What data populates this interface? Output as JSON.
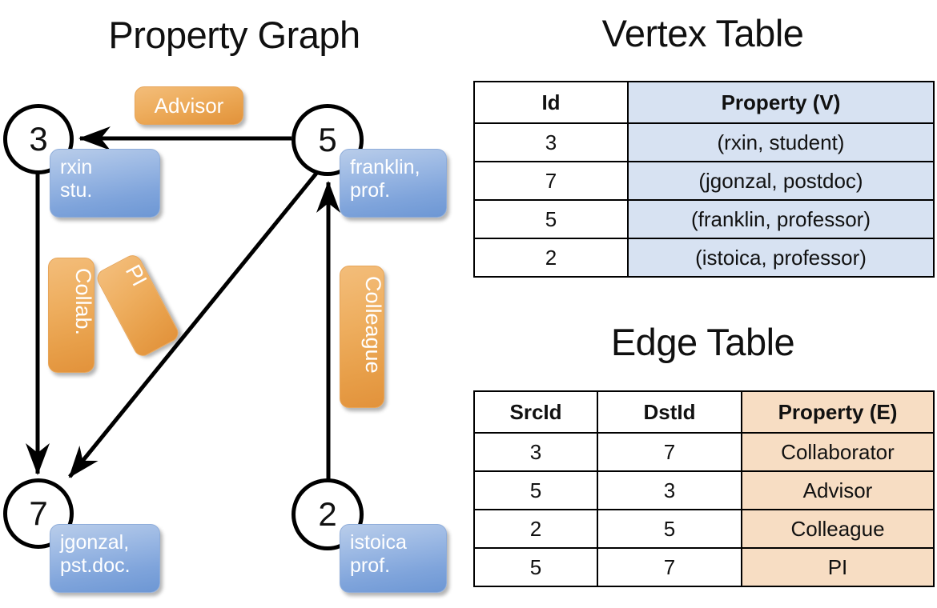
{
  "titles": {
    "property_graph": "Property Graph",
    "vertex_table": "Vertex Table",
    "edge_table": "Edge Table"
  },
  "colors": {
    "vertex_property_fill": "#d7e2f2",
    "edge_property_fill": "#f7ddc3",
    "node_box_blue": "#7fa4db",
    "edge_label_orange": "#e79e48",
    "stroke": "#000000"
  },
  "graph": {
    "nodes": [
      {
        "id": "3",
        "property_label": "rxin\nstu."
      },
      {
        "id": "5",
        "property_label": "franklin,\nprof."
      },
      {
        "id": "7",
        "property_label": "jgonzal,\npst.doc."
      },
      {
        "id": "2",
        "property_label": "istoica\nprof."
      }
    ],
    "edge_labels": [
      {
        "name": "advisor",
        "text": "Advisor"
      },
      {
        "name": "collab",
        "text": "Collab."
      },
      {
        "name": "pi",
        "text": "PI"
      },
      {
        "name": "colleague",
        "text": "Colleague"
      }
    ],
    "edges": [
      {
        "from": "5",
        "to": "3",
        "label": "Advisor"
      },
      {
        "from": "3",
        "to": "7",
        "label": "Collab."
      },
      {
        "from": "5",
        "to": "7",
        "label": "PI"
      },
      {
        "from": "2",
        "to": "5",
        "label": "Colleague"
      }
    ]
  },
  "vertex_table": {
    "headers": [
      "Id",
      "Property (V)"
    ],
    "rows": [
      {
        "id": "3",
        "property": "(rxin, student)"
      },
      {
        "id": "7",
        "property": "(jgonzal, postdoc)"
      },
      {
        "id": "5",
        "property": "(franklin, professor)"
      },
      {
        "id": "2",
        "property": "(istoica, professor)"
      }
    ]
  },
  "edge_table": {
    "headers": [
      "SrcId",
      "DstId",
      "Property (E)"
    ],
    "rows": [
      {
        "src": "3",
        "dst": "7",
        "property": "Collaborator"
      },
      {
        "src": "5",
        "dst": "3",
        "property": "Advisor"
      },
      {
        "src": "2",
        "dst": "5",
        "property": "Colleague"
      },
      {
        "src": "5",
        "dst": "7",
        "property": "PI"
      }
    ]
  }
}
